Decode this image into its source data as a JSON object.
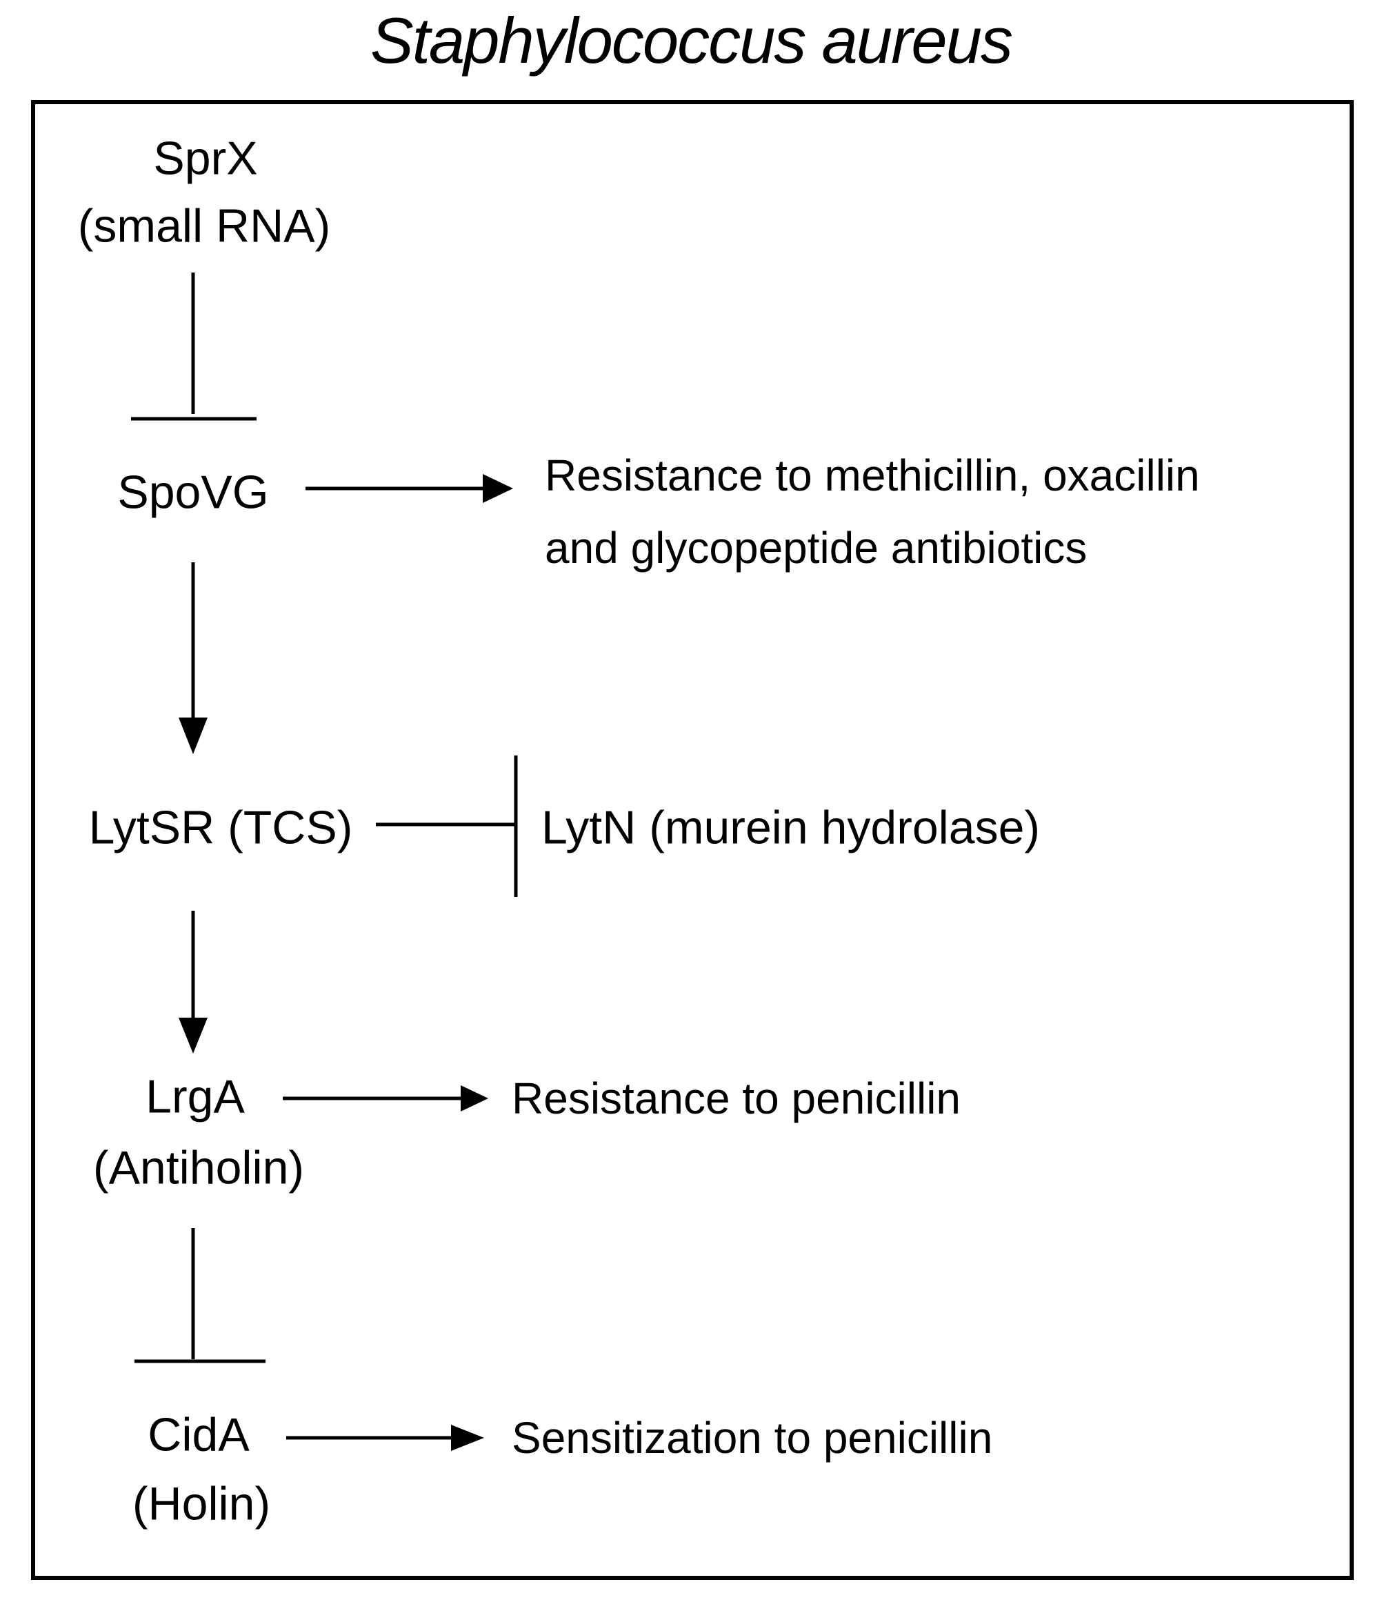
{
  "title": "Staphylococcus aureus",
  "diagram": {
    "nodes": {
      "sprx": {
        "label": "SprX",
        "sublabel": "(small RNA)"
      },
      "spovg": {
        "label": "SpoVG"
      },
      "lytsr": {
        "label": "LytSR (TCS)"
      },
      "lytn": {
        "label": "LytN (murein hydrolase)"
      },
      "lrga": {
        "label": "LrgA",
        "sublabel": "(Antiholin)"
      },
      "cida": {
        "label": "CidA",
        "sublabel": "(Holin)"
      }
    },
    "outcomes": {
      "spovg": {
        "lines": [
          "Resistance to methicillin, oxacillin",
          "and glycopeptide antibiotics"
        ],
        "full_text": "Resistance to methicillin, oxacillin and glycopeptide antibiotics"
      },
      "lrga": {
        "text": "Resistance to penicillin"
      },
      "cida": {
        "text": "Sensitization to penicillin"
      }
    },
    "edges": [
      {
        "from": "SprX",
        "to": "SpoVG",
        "type": "inhibition"
      },
      {
        "from": "SpoVG",
        "to": "Resistance to methicillin, oxacillin and glycopeptide antibiotics",
        "type": "activation"
      },
      {
        "from": "SpoVG",
        "to": "LytSR",
        "type": "activation"
      },
      {
        "from": "LytSR",
        "to": "LytN",
        "type": "inhibition"
      },
      {
        "from": "LytSR",
        "to": "LrgA",
        "type": "activation"
      },
      {
        "from": "LrgA",
        "to": "Resistance to penicillin",
        "type": "activation"
      },
      {
        "from": "LrgA",
        "to": "CidA",
        "type": "inhibition"
      },
      {
        "from": "CidA",
        "to": "Sensitization to penicillin",
        "type": "activation"
      }
    ],
    "colors": {
      "line": "#000000",
      "text": "#000000",
      "background": "#ffffff"
    }
  }
}
